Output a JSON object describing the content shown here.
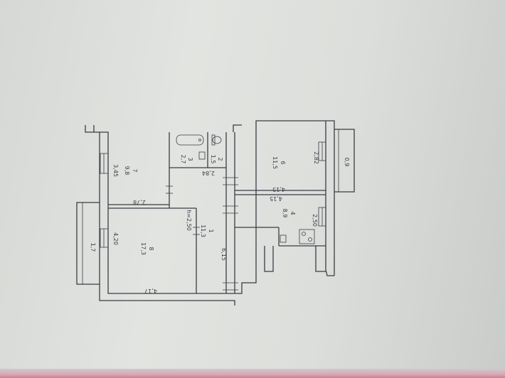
{
  "plan": {
    "rooms": [
      {
        "number": "7",
        "area": "9,8"
      },
      {
        "number": "8",
        "area": "17,3"
      },
      {
        "number": "1",
        "area": "11,3"
      },
      {
        "number": "3",
        "area": "2,7"
      },
      {
        "number": "2",
        "area": "1,5"
      },
      {
        "number": "6",
        "area": "11,5"
      },
      {
        "number": "4",
        "area": "8,9"
      }
    ],
    "balconies": [
      {
        "area": "1,7"
      },
      {
        "area": "0,9"
      }
    ],
    "dimensions": [
      "3,45",
      "2,78",
      "4,20",
      "4,17",
      "h=2,50",
      "6,15",
      "2,84",
      "2,82",
      "4,15",
      "2,50"
    ]
  }
}
